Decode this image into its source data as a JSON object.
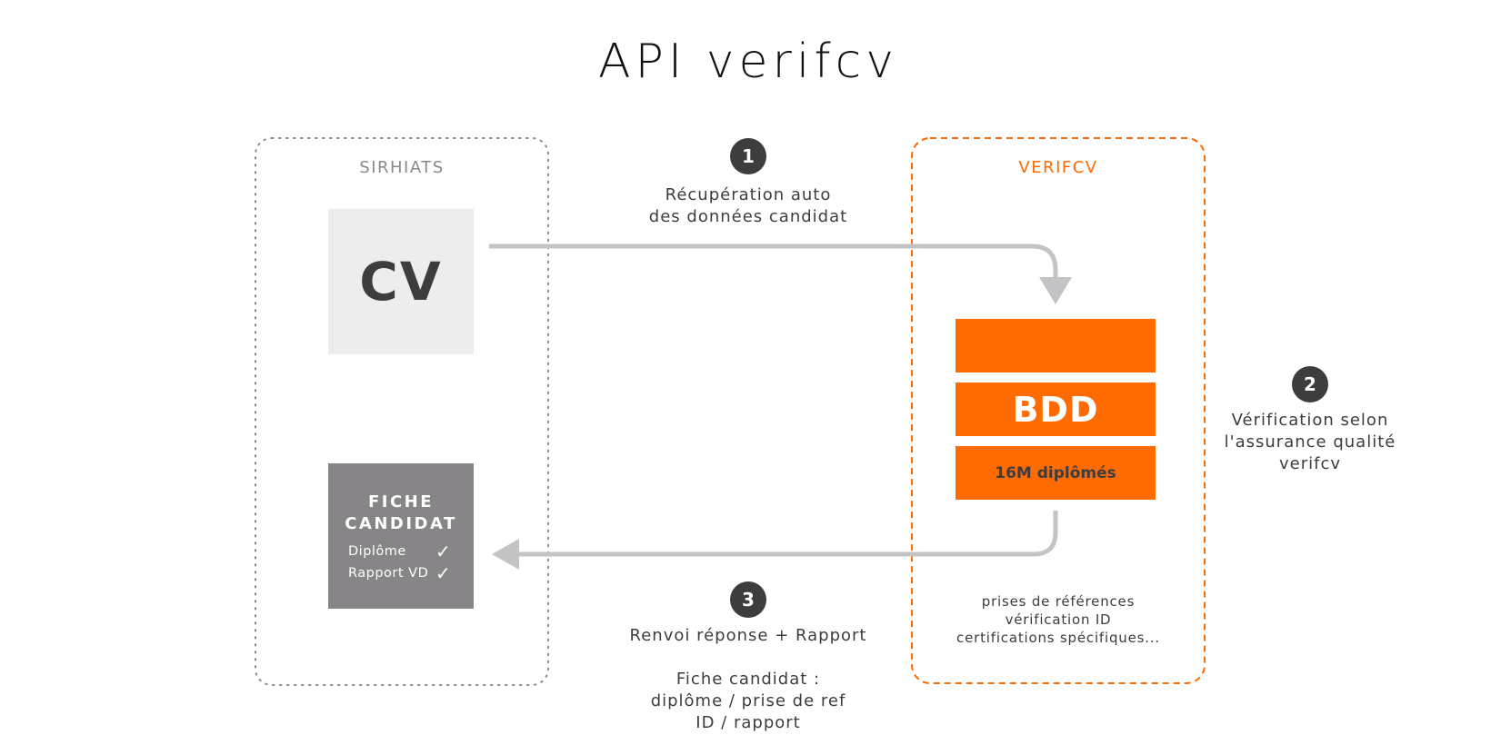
{
  "title": "API verifcv",
  "colors": {
    "accent": "#FF6B00",
    "arrow": "#C4C4C6",
    "badge": "#3D3D3F",
    "cv_bg": "#EDEDED",
    "fiche_bg": "#878587"
  },
  "sirhiats": {
    "label": "SIRHIATS",
    "cv_label": "CV",
    "fiche": {
      "title_line1": "FICHE",
      "title_line2": "CANDIDAT",
      "items": [
        {
          "label": "Diplôme",
          "icon": "check-icon",
          "glyph": "✓"
        },
        {
          "label": "Rapport VD",
          "icon": "check-icon",
          "glyph": "✓"
        }
      ]
    }
  },
  "verifcv": {
    "label": "VERIFCV",
    "db_blocks": [
      {
        "label": ""
      },
      {
        "label": "BDD"
      },
      {
        "label": "16M diplômés"
      }
    ],
    "services": [
      "prises de références",
      "vérification ID",
      "certifications spécifiques..."
    ]
  },
  "steps": [
    {
      "number": "1",
      "lines": [
        "Récupération auto",
        "des données candidat"
      ]
    },
    {
      "number": "2",
      "lines": [
        "Vérification selon",
        "l'assurance qualité",
        "verifcv"
      ]
    },
    {
      "number": "3",
      "lines": [
        "Renvoi réponse + Rapport"
      ],
      "detail_lines": [
        "Fiche candidat :",
        "diplôme / prise de ref",
        "ID / rapport"
      ]
    }
  ]
}
